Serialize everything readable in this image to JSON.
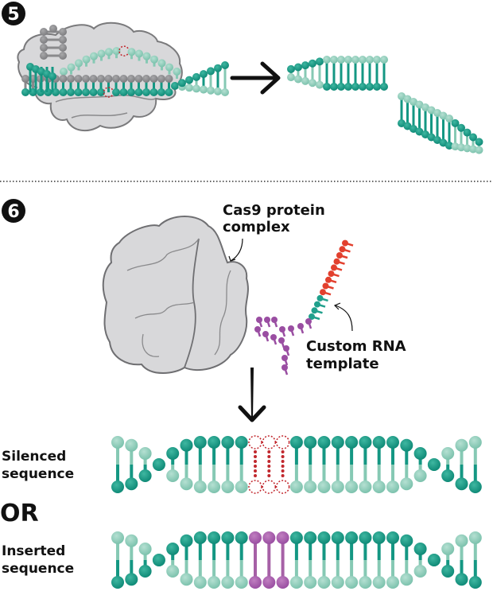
{
  "steps": [
    {
      "number": "5"
    },
    {
      "number": "6"
    }
  ],
  "labels": {
    "cas9": [
      "Cas9 protein",
      "complex"
    ],
    "rna": [
      "Custom RNA",
      "template"
    ],
    "silenced": [
      "Silenced",
      "sequence"
    ],
    "or": "OR",
    "inserted": [
      "Inserted",
      "sequence"
    ]
  },
  "colors": {
    "teal_dark": "#149783",
    "teal_light": "#86c9b4",
    "gray_dna": "#8a8a8c",
    "protein_fill": "#d8d8da",
    "protein_stroke": "#7a7a7c",
    "rna_red": "#e2402e",
    "rna_purple": "#9a4ea2",
    "insert_purple": "#a660a6",
    "cut_red": "#c1272d",
    "text": "#111111"
  },
  "icons": {
    "step5_arrow": "arrow-right-icon",
    "step6_arrow": "arrow-down-icon"
  }
}
